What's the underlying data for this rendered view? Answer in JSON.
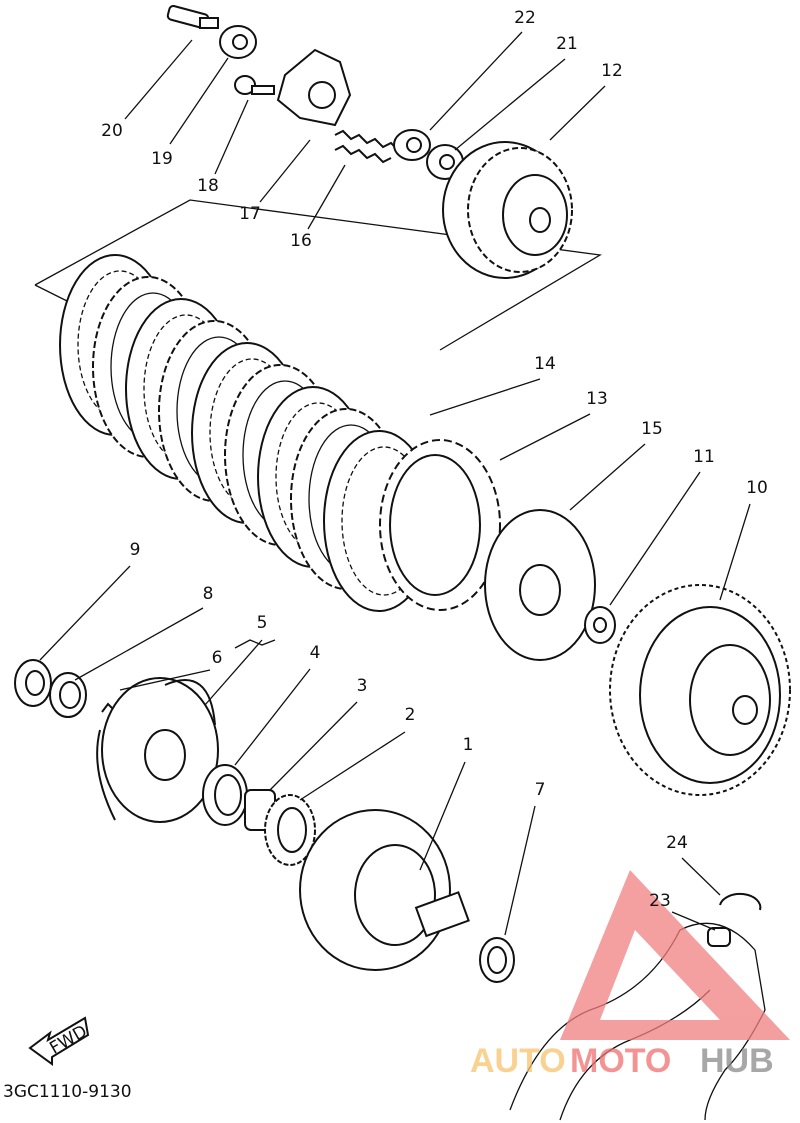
{
  "diagram": {
    "code": "3GC1110-9130",
    "fwd_label": "FWD",
    "callouts": [
      "1",
      "2",
      "3",
      "4",
      "5",
      "6",
      "7",
      "8",
      "9",
      "10",
      "11",
      "12",
      "13",
      "14",
      "15",
      "16",
      "17",
      "18",
      "19",
      "20",
      "21",
      "22",
      "23",
      "24"
    ]
  },
  "watermark": {
    "part1": "AUTO",
    "part2": "MOTO",
    "part3": "HUB",
    "colors": {
      "auto": "#f7c46e",
      "moto": "#f07070",
      "hub": "#8a8a8a",
      "triangle": "#f08080"
    }
  }
}
